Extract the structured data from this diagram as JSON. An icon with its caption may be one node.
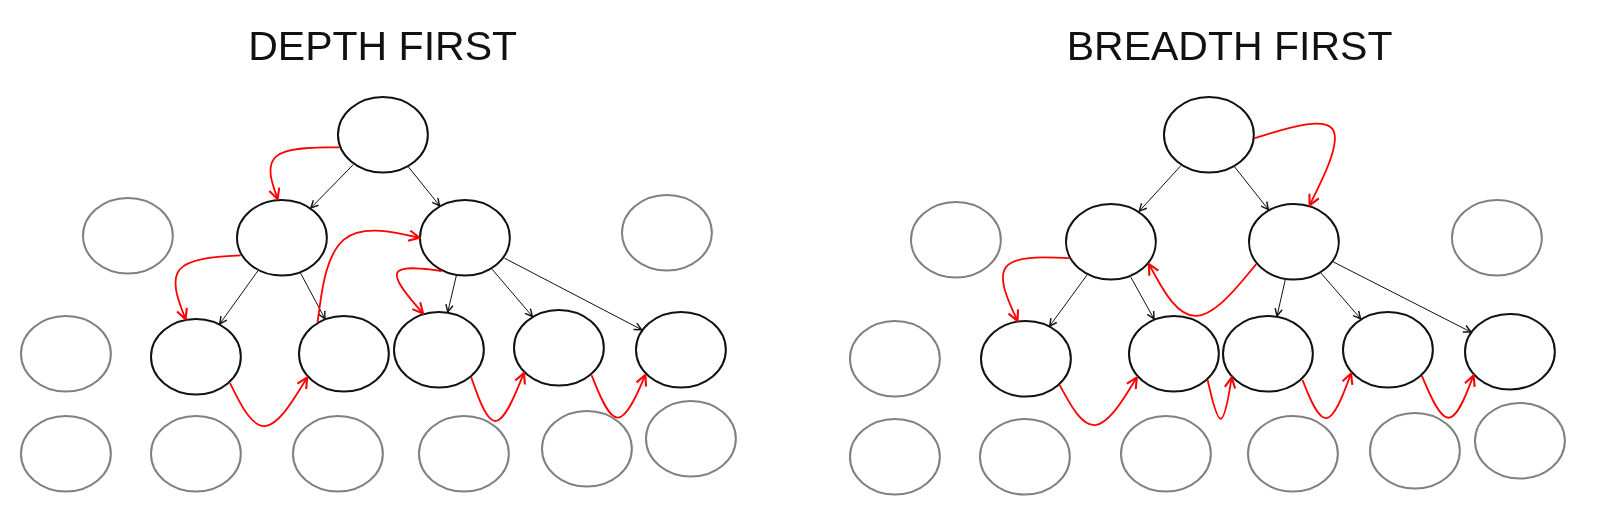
{
  "diagram": {
    "nodes": [
      {
        "text": [],
        "shape": "circle"
      },
      {
        "text": [],
        "shape": "circle"
      },
      {
        "text": [],
        "shape": "circle"
      },
      {
        "text": [],
        "shape": "circle"
      },
      {
        "text": [],
        "shape": "circle"
      },
      {
        "text": [],
        "shape": "circle"
      },
      {
        "text": [],
        "shape": "circle"
      },
      {
        "text": [],
        "shape": "circle"
      },
      {
        "text": [],
        "shape": "circle"
      },
      {
        "text": [],
        "shape": "circle"
      },
      {
        "text": [],
        "shape": "circle"
      },
      {
        "text": [],
        "shape": "circle"
      },
      {
        "text": [],
        "shape": "circle"
      },
      {
        "text": [],
        "shape": "circle"
      },
      {
        "text": [],
        "shape": "circle"
      },
      {
        "text": [],
        "shape": "circle"
      },
      {
        "text": [],
        "shape": "circle"
      },
      {
        "text": [],
        "shape": "circle"
      },
      {
        "text": [],
        "shape": "circle"
      },
      {
        "text": [],
        "shape": "circle"
      },
      {
        "text": [],
        "shape": "circle"
      },
      {
        "text": [],
        "shape": "circle"
      },
      {
        "text": [],
        "shape": "circle"
      },
      {
        "text": [],
        "shape": "circle"
      },
      {
        "text": [],
        "shape": "circle"
      },
      {
        "text": [],
        "shape": "circle"
      },
      {
        "text": [],
        "shape": "circle"
      },
      {
        "text": [],
        "shape": "circle"
      },
      {
        "text": [],
        "shape": "circle"
      },
      {
        "text": [],
        "shape": "circle"
      },
      {
        "text": [],
        "shape": "circle"
      },
      {
        "text": [],
        "shape": "circle"
      },
      {
        "text": [],
        "shape": "circle"
      },
      {
        "text": [],
        "shape": "circle"
      }
    ],
    "edges": [
      {
        "from": 0,
        "to": 2,
        "arrow": "to"
      },
      {
        "from": 0,
        "to": 3,
        "arrow": "to"
      },
      {
        "from": 2,
        "to": 6,
        "arrow": "to"
      },
      {
        "from": 2,
        "to": 7,
        "arrow": "to"
      },
      {
        "from": 3,
        "to": 8,
        "arrow": "to"
      },
      {
        "from": 3,
        "to": 9,
        "arrow": "to"
      },
      {
        "from": 3,
        "to": 10,
        "arrow": "to"
      },
      {
        "from": 0,
        "to": 2,
        "arrow": "to",
        "color": "#ff0000"
      },
      {
        "from": 2,
        "to": 6,
        "arrow": "to",
        "color": "#ff0000"
      },
      {
        "from": 6,
        "to": 7,
        "arrow": "to",
        "color": "#ff0000"
      },
      {
        "from": 7,
        "to": 3,
        "arrow": "to",
        "color": "#ff0000"
      },
      {
        "from": 3,
        "to": 8,
        "arrow": "to",
        "color": "#ff0000"
      },
      {
        "from": 8,
        "to": 9,
        "arrow": "to",
        "color": "#ff0000"
      },
      {
        "from": 9,
        "to": 10,
        "arrow": "to",
        "color": "#ff0000"
      },
      {
        "from": 17,
        "to": 19,
        "arrow": "to"
      },
      {
        "from": 17,
        "to": 20,
        "arrow": "to"
      },
      {
        "from": 19,
        "to": 23,
        "arrow": "to"
      },
      {
        "from": 19,
        "to": 24,
        "arrow": "to"
      },
      {
        "from": 20,
        "to": 25,
        "arrow": "to"
      },
      {
        "from": 20,
        "to": 26,
        "arrow": "to"
      },
      {
        "from": 20,
        "to": 27,
        "arrow": "to"
      },
      {
        "from": 17,
        "to": 20,
        "arrow": "to",
        "color": "#ff0000"
      },
      {
        "from": 20,
        "to": 19,
        "arrow": "to",
        "color": "#ff0000"
      },
      {
        "from": 19,
        "to": 23,
        "arrow": "to",
        "color": "#ff0000"
      },
      {
        "from": 23,
        "to": 24,
        "arrow": "to",
        "color": "#ff0000"
      },
      {
        "from": 24,
        "to": 25,
        "arrow": "to",
        "color": "#ff0000"
      },
      {
        "from": 25,
        "to": 26,
        "arrow": "to",
        "color": "#ff0000"
      },
      {
        "from": 26,
        "to": 27,
        "arrow": "to",
        "color": "#ff0000"
      }
    ],
    "labels": [
      "DEPTH FIRST",
      "BREADTH FIRST"
    ]
  }
}
